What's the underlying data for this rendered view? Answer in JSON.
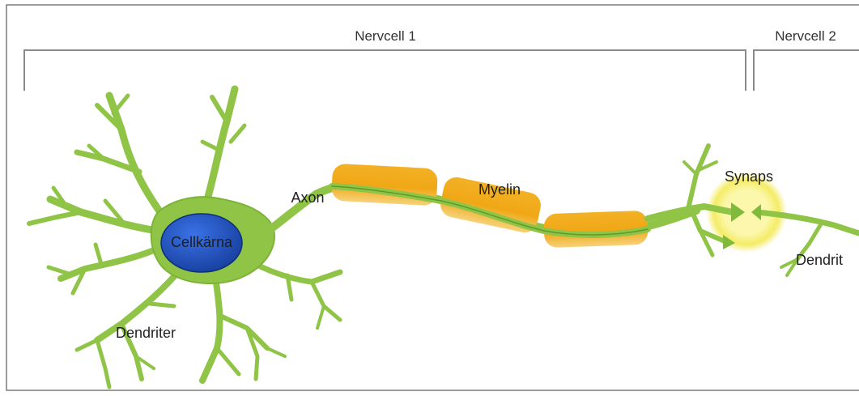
{
  "headers": {
    "cell1": "Nervcell 1",
    "cell2": "Nervcell 2"
  },
  "labels": {
    "cell_body": "Cellkärna",
    "dendrites": "Dendriter",
    "axon": "Axon",
    "myelin": "Myelin",
    "synapse": "Synaps",
    "dendrite": "Dendrit"
  },
  "colors": {
    "neuron_green": "#8fc447",
    "neuron_dark": "#5f9a28",
    "nucleus_blue": "#1f4fc2",
    "myelin_orange": "#f1ac1b",
    "synapse_glow": "#f5ee5a",
    "bracket_gray": "#8a8a8a"
  }
}
